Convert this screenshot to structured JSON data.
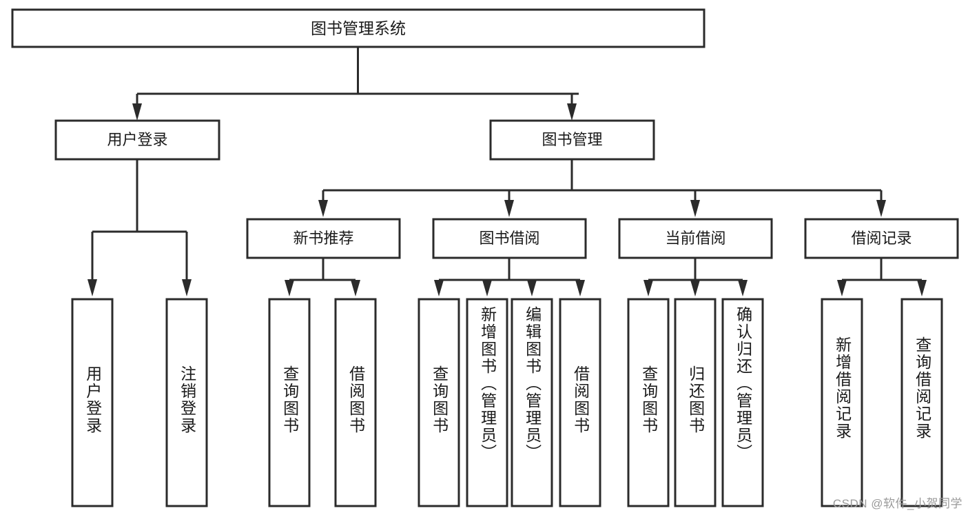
{
  "diagram": {
    "type": "tree",
    "title": "图书管理系统",
    "watermark": "CSDN @软件_小贺同学",
    "colors": {
      "box_stroke": "#2b2b2b",
      "box_fill": "#ffffff",
      "connector": "#2b2b2b",
      "text": "#1a1a1a",
      "watermark": "#9a9a9a",
      "background": "#ffffff"
    },
    "root": {
      "label": "图书管理系统",
      "orientation": "horizontal"
    },
    "level2": [
      {
        "label": "用户登录",
        "orientation": "horizontal"
      },
      {
        "label": "图书管理",
        "orientation": "horizontal"
      }
    ],
    "level3": [
      {
        "label": "新书推荐",
        "orientation": "horizontal",
        "parent": "图书管理"
      },
      {
        "label": "图书借阅",
        "orientation": "horizontal",
        "parent": "图书管理"
      },
      {
        "label": "当前借阅",
        "orientation": "horizontal",
        "parent": "图书管理"
      },
      {
        "label": "借阅记录",
        "orientation": "horizontal",
        "parent": "图书管理"
      }
    ],
    "leaves": [
      {
        "label": "用户登录",
        "orientation": "vertical",
        "parent": "用户登录"
      },
      {
        "label": "注销登录",
        "orientation": "vertical",
        "parent": "用户登录"
      },
      {
        "label": "查询图书",
        "orientation": "vertical",
        "parent": "新书推荐"
      },
      {
        "label": "借阅图书",
        "orientation": "vertical",
        "parent": "新书推荐"
      },
      {
        "label": "查询图书",
        "orientation": "vertical",
        "parent": "图书借阅"
      },
      {
        "label": "新增图书（管理员）",
        "orientation": "vertical",
        "parent": "图书借阅"
      },
      {
        "label": "编辑图书（管理员）",
        "orientation": "vertical",
        "parent": "图书借阅"
      },
      {
        "label": "借阅图书",
        "orientation": "vertical",
        "parent": "图书借阅"
      },
      {
        "label": "查询图书",
        "orientation": "vertical",
        "parent": "当前借阅"
      },
      {
        "label": "归还图书",
        "orientation": "vertical",
        "parent": "当前借阅"
      },
      {
        "label": "确认归还（管理员）",
        "orientation": "vertical",
        "parent": "当前借阅"
      },
      {
        "label": "新增借阅记录",
        "orientation": "vertical",
        "parent": "借阅记录"
      },
      {
        "label": "查询借阅记录",
        "orientation": "vertical",
        "parent": "借阅记录"
      }
    ]
  }
}
